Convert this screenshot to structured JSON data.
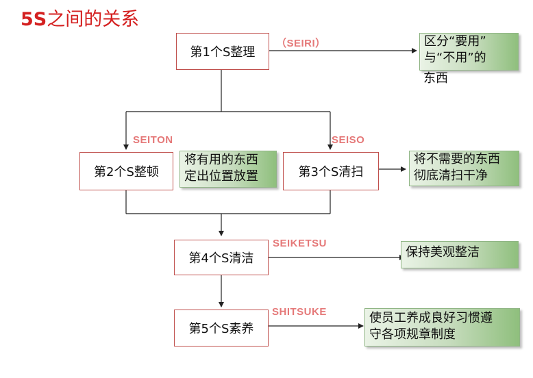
{
  "title": {
    "prefix": "5S",
    "rest": "之间的关系"
  },
  "steps": [
    {
      "label": "第1个S整理",
      "code": "（SEIRI）",
      "note": [
        "区分“要用”",
        "与“不用”的",
        "东西"
      ]
    },
    {
      "label": "第2个S整顿",
      "code": "SEITON",
      "note": [
        "将有用的东西",
        "定出位置放置"
      ]
    },
    {
      "label": "第3个S清扫",
      "code": "SEISO",
      "note": [
        "将不需要的东西",
        "彻底清扫干净"
      ]
    },
    {
      "label": "第4个S清洁",
      "code": "SEIKETSU",
      "note": [
        "保持美观整洁"
      ]
    },
    {
      "label": "第5个S素养",
      "code": "SHITSUKE",
      "note": [
        "使员工养成良好习惯遵",
        "守各项规章制度"
      ]
    }
  ],
  "colors": {
    "box_border": "#c0504d",
    "code_text": "#e57878",
    "note_fill": "#8fbf7d",
    "title": "#d42020"
  }
}
